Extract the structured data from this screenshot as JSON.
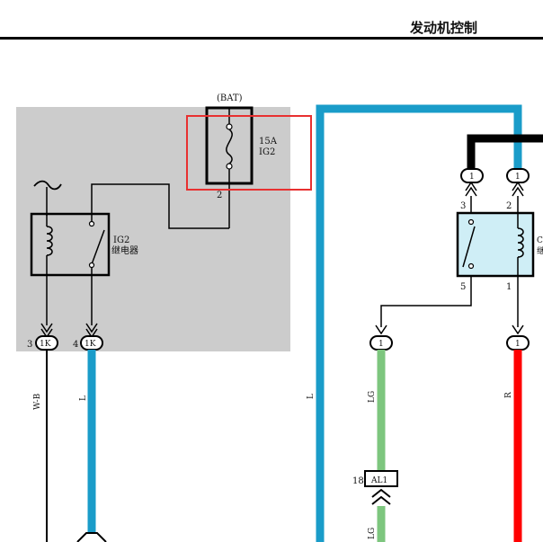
{
  "header": {
    "title": "发动机控制"
  },
  "fuse": {
    "source_label": "(BAT)",
    "rating": "15A",
    "name": "IG2",
    "pin": "2"
  },
  "relay_ig2": {
    "name": "IG2",
    "label": "继电器"
  },
  "connectors": {
    "left_a": {
      "pin": "3",
      "label": "1K"
    },
    "left_b": {
      "pin": "4",
      "label": "1K"
    },
    "right_top_a": {
      "pin": "3",
      "label": "1"
    },
    "right_top_b": {
      "pin": "2",
      "label": "1"
    },
    "right_bot_a": {
      "label": "1"
    },
    "right_bot_b": {
      "label": "1"
    },
    "al1": {
      "pin": "18",
      "label": "AL1"
    }
  },
  "relay_right": {
    "pin_5": "5",
    "pin_1": "1",
    "label_partial": "C",
    "label_partial2": "继"
  },
  "wires": {
    "w_b": "W-B",
    "l_left": "L",
    "l_mid": "L",
    "lg_upper": "LG",
    "lg_lower": "LG",
    "r": "R"
  },
  "colors": {
    "relay_box_bg": "#cccccc",
    "wire_blue": "#1a9cc9",
    "wire_green": "#7dc67e",
    "wire_red": "#ff0000",
    "highlight": "#e83030",
    "relay_fill": "#cfeef6"
  }
}
